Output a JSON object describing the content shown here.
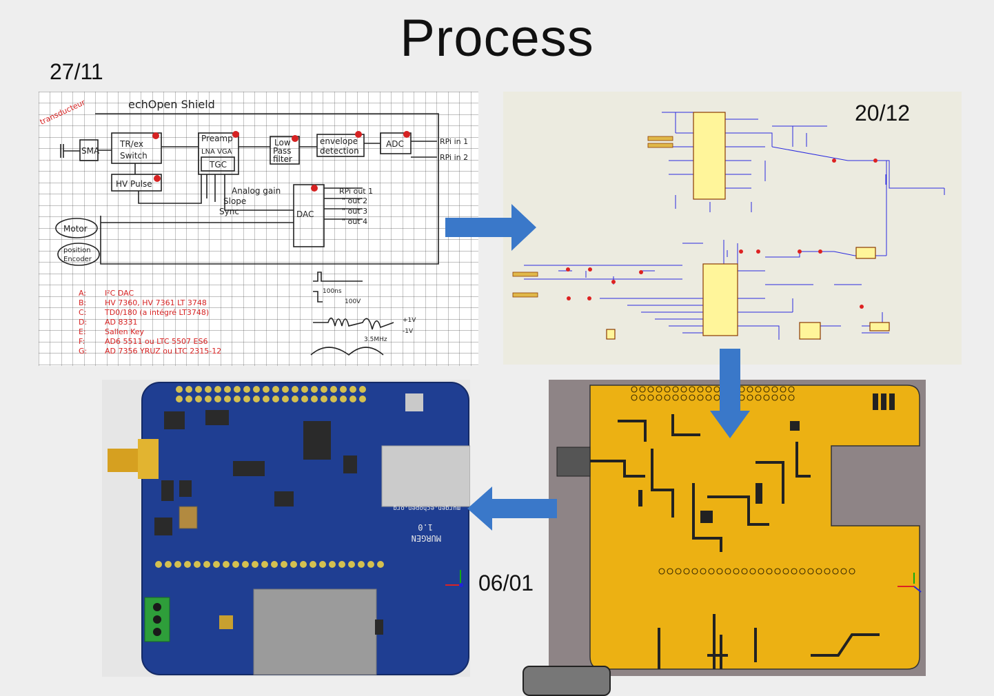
{
  "slide": {
    "title": "Process"
  },
  "dates": {
    "sketch": "27/11",
    "schematic": "20/12",
    "render": "06/01"
  },
  "sketch": {
    "caption": "echOpen Shield",
    "transducer": "transducteur",
    "blocks": {
      "sma": "SMA",
      "trex_line1": "TR/ex",
      "trex_line2": "Switch",
      "preamp_line1": "Preamp",
      "preamp_line2": "LNA VGA",
      "tgc": "TGC",
      "lowpass_line1": "Low",
      "lowpass_line2": "Pass",
      "lowpass_line3": "filter",
      "envelope_line1": "envelope",
      "envelope_line2": "detection",
      "adc": "ADC",
      "hvpulse": "HV Pulse",
      "dac": "DAC",
      "motor": "Motor",
      "encoder_line1": "position",
      "encoder_line2": "Encoder"
    },
    "outputs": [
      "RPi in 1",
      "RPi in 2"
    ],
    "signals": [
      "Analog gain",
      "Slope",
      "Sync"
    ],
    "rpi_outs": [
      "RPi out 1",
      "\" out 2",
      "\" out 3",
      "\" out 4"
    ],
    "parts": [
      {
        "key": "A:",
        "value": "I²C DAC"
      },
      {
        "key": "B:",
        "value": "HV 7360, HV 7361 LT 3748"
      },
      {
        "key": "C:",
        "value": "TD0/180 (a intégré LT3748)"
      },
      {
        "key": "D:",
        "value": "AD 8331"
      },
      {
        "key": "E:",
        "value": "Sallen Key"
      },
      {
        "key": "F:",
        "value": "AD6 5511 ou LTC 5507 ES6"
      },
      {
        "key": "G:",
        "value": "AD 7356 YRUZ ou LTC 2315-12"
      }
    ],
    "waveform_notes": [
      "100ns",
      "100V",
      "+1V",
      "-1V",
      "3.5MHz"
    ]
  },
  "board": {
    "name": "MURGEN",
    "version": "1.0",
    "url": "murgen.echopen.org"
  },
  "colors": {
    "arrow": "#3a78c9",
    "pcb_blue": "#1f3e92",
    "pcb_gold": "#ecb113",
    "ink_black": "#222222",
    "ink_red": "#d62222"
  }
}
